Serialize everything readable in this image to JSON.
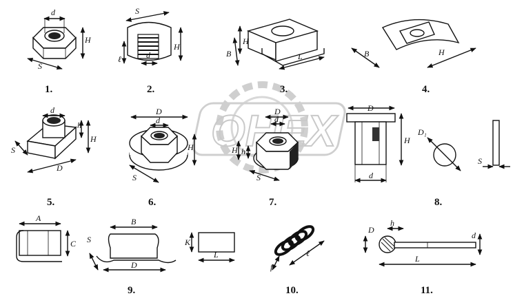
{
  "watermark": {
    "text": "OHEX"
  },
  "figures": [
    {
      "number": "1.",
      "dims": [
        "d",
        "H",
        "S"
      ]
    },
    {
      "number": "2.",
      "dims": [
        "S",
        "d",
        "H",
        "ℓ"
      ]
    },
    {
      "number": "3.",
      "dims": [
        "H",
        "B",
        "L"
      ]
    },
    {
      "number": "4.",
      "dims": [
        "B",
        "H"
      ]
    },
    {
      "number": "5.",
      "dims": [
        "d",
        "h",
        "H",
        "S",
        "D"
      ]
    },
    {
      "number": "6.",
      "dims": [
        "D",
        "d",
        "H",
        "S"
      ]
    },
    {
      "number": "7.",
      "dims": [
        "D",
        "d",
        "H",
        "h",
        "S"
      ]
    },
    {
      "number": "8.",
      "dims": [
        "D",
        "H",
        "d",
        "D₁",
        "S"
      ]
    },
    {
      "number": "9.",
      "dims": [
        "A",
        "C",
        "B",
        "S",
        "D",
        "K",
        "L"
      ]
    },
    {
      "number": "10.",
      "dims": [
        "ℓ",
        "f"
      ]
    },
    {
      "number": "11.",
      "dims": [
        "D",
        "h",
        "d",
        "L"
      ]
    }
  ]
}
